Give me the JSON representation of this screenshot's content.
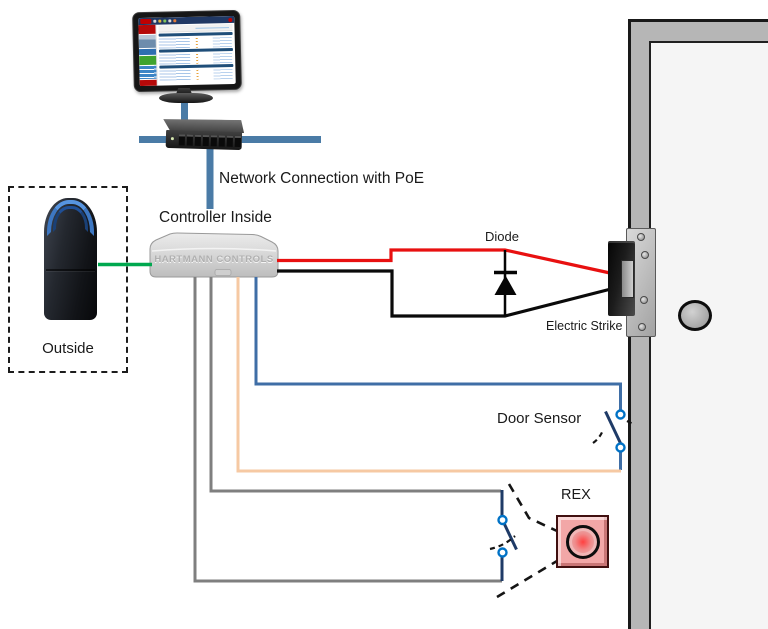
{
  "diagram": {
    "labels": {
      "network": "Network Connection with PoE",
      "controller": "Controller Inside",
      "outside": "Outside",
      "diode": "Diode",
      "electric_strike": "Electric Strike",
      "door_sensor": "Door Sensor",
      "rex": "REX",
      "controller_brand": "HARTMANN CONTROLS"
    },
    "colors": {
      "network_line": "#4a7ba6",
      "reader_wire": "#00a84f",
      "strike_positive": "#e81010",
      "strike_negative": "#0a0a0a",
      "sensor_wire": "#3f6ea6",
      "sensor_return_wire": "#f6c9a3",
      "rex_wires": "#7f7f7f",
      "switch_symbol": "#1f3b67",
      "terminal": "#0072c6",
      "rex_button": "#f2a7a7"
    }
  }
}
